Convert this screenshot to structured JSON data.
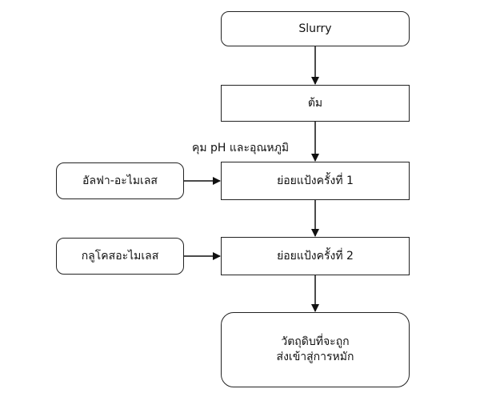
{
  "diagram": {
    "nodes": {
      "slurry": "Slurry",
      "boil": "ต้ม",
      "hydrolysis1": "ย่อยแป้งครั้งที่ 1",
      "hydrolysis2": "ย่อยแป้งครั้งที่ 2",
      "final_line1": "วัตถุดิบที่จะถูก",
      "final_line2": "ส่งเข้าสู่การหมัก",
      "alpha_amylase": "อัลฟา-อะไมเลส",
      "glucoamylase": "กลูโคสอะไมเลส"
    },
    "edge_labels": {
      "control": "คุม pH และอุณหภูมิ"
    },
    "edges": [
      {
        "from": "slurry",
        "to": "boil"
      },
      {
        "from": "boil",
        "to": "hydrolysis1",
        "label": "control"
      },
      {
        "from": "alpha_amylase",
        "to": "hydrolysis1"
      },
      {
        "from": "hydrolysis1",
        "to": "hydrolysis2"
      },
      {
        "from": "glucoamylase",
        "to": "hydrolysis2"
      },
      {
        "from": "hydrolysis2",
        "to": "final"
      }
    ],
    "colors": {
      "stroke": "#222222",
      "background": "#ffffff"
    }
  }
}
